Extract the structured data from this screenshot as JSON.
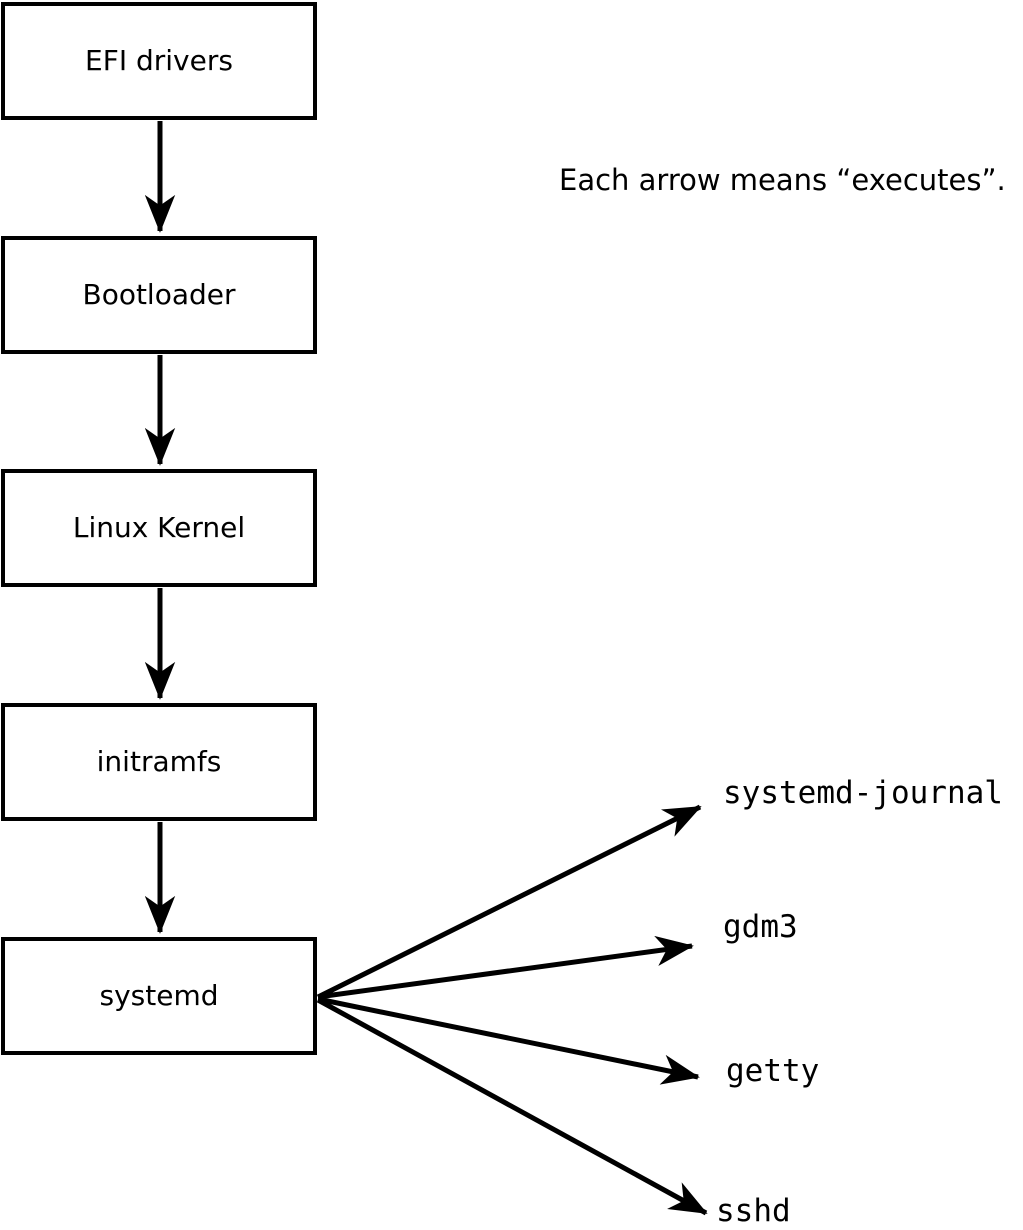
{
  "diagram": {
    "annotation": "Each arrow means “executes”.",
    "arrow_meaning": "executes",
    "chain": [
      {
        "label": "EFI drivers"
      },
      {
        "label": "Bootloader"
      },
      {
        "label": "Linux Kernel"
      },
      {
        "label": "initramfs"
      },
      {
        "label": "systemd"
      }
    ],
    "spawned": [
      {
        "label": "systemd-journal"
      },
      {
        "label": "gdm3"
      },
      {
        "label": "getty"
      },
      {
        "label": "sshd"
      }
    ],
    "colors": {
      "line": "#000000",
      "background": "#ffffff",
      "box_fill": "#ffffff"
    }
  }
}
